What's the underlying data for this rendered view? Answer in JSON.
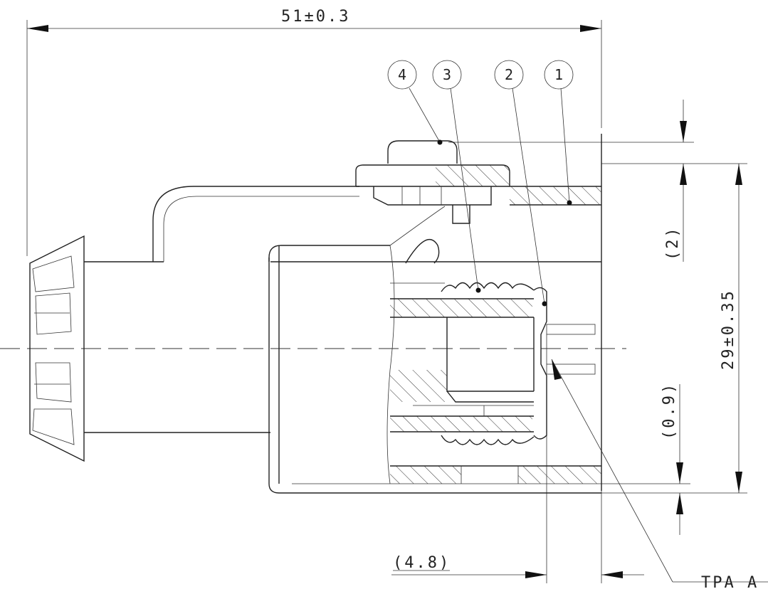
{
  "dimensions": {
    "overall_length": "51±0.3",
    "height": "29±0.35",
    "top_offset": "(2)",
    "bottom_offset": "(0.9)",
    "front_offset": "(4.8)"
  },
  "balloons": [
    "4",
    "3",
    "2",
    "1"
  ],
  "callouts": {
    "tpa": "TPA A"
  }
}
